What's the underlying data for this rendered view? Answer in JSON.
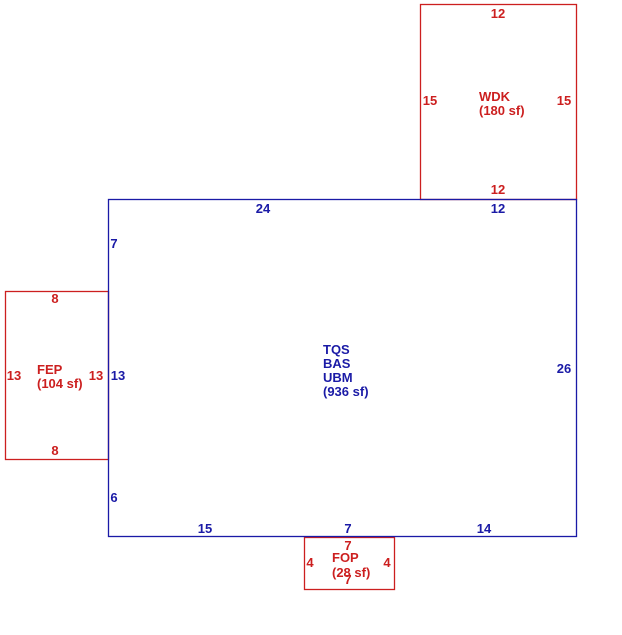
{
  "colors": {
    "addition": "#cc1f1f",
    "main": "#1a1aa6"
  },
  "main": {
    "codes": [
      "TQS",
      "BAS",
      "UBM"
    ],
    "area": "(936 sf)",
    "dims": {
      "top_left": "24",
      "top_right": "12",
      "left_upper": "7",
      "left_middle": "13",
      "left_lower": "6",
      "right": "26",
      "bottom_left": "15",
      "bottom_middle": "7",
      "bottom_right": "14"
    }
  },
  "wdk": {
    "code": "WDK",
    "area": "(180 sf)",
    "dims": {
      "top": "12",
      "bottom": "12",
      "left": "15",
      "right": "15"
    }
  },
  "fep": {
    "code": "FEP",
    "area": "(104 sf)",
    "dims": {
      "top": "8",
      "bottom": "8",
      "left": "13",
      "right": "13"
    }
  },
  "fop": {
    "code": "FOP",
    "area": "(28 sf)",
    "dims": {
      "top": "7",
      "bottom": "7",
      "left": "4",
      "right": "4"
    }
  }
}
